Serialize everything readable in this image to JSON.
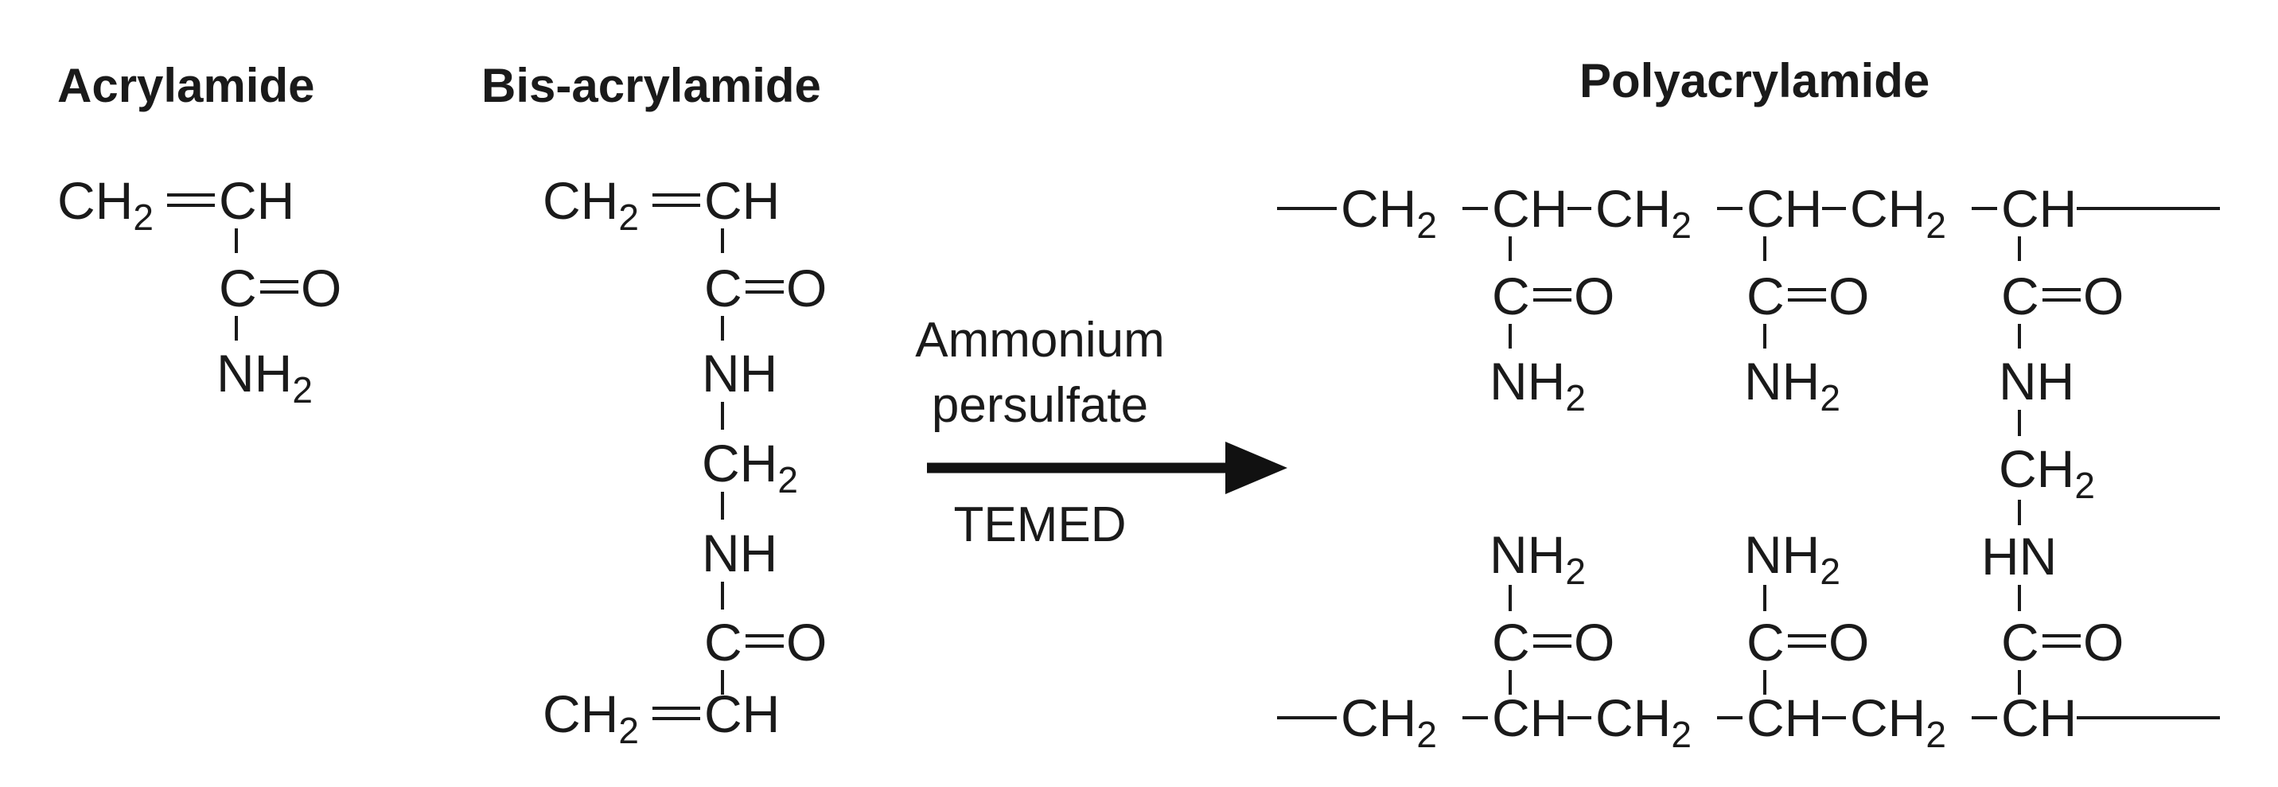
{
  "titles": {
    "acrylamide": "Acrylamide",
    "bis": "Bis-acrylamide",
    "poly": "Polyacrylamide"
  },
  "groups": {
    "CH2": "CH",
    "CH": "CH",
    "C": "C",
    "O": "O",
    "N": "N",
    "H": "H",
    "NH": "NH",
    "HN": "HN",
    "sub2": "2"
  },
  "reagents": {
    "line1": "Ammonium",
    "line2": "persulfate",
    "line3": "TEMED"
  },
  "colors": {
    "ink": "#1a1a1a",
    "background": "#ffffff"
  }
}
